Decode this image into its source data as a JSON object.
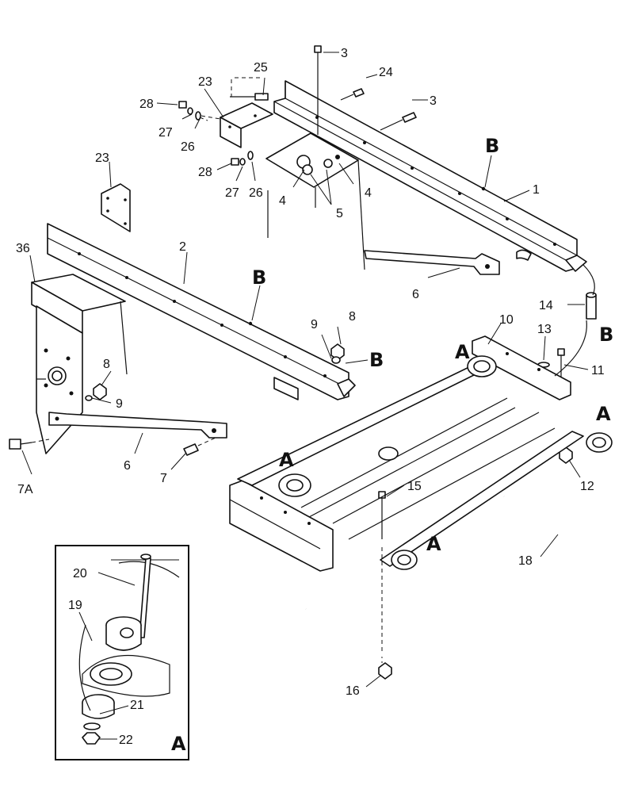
{
  "diagram": {
    "callouts": {
      "p1": "1",
      "p2": "2",
      "p3a": "3",
      "p3b": "3",
      "p4a": "4",
      "p4b": "4",
      "p5": "5",
      "p6a": "6",
      "p6b": "6",
      "p7": "7",
      "p7a": "7A",
      "p8a": "8",
      "p8b": "8",
      "p9a": "9",
      "p9b": "9",
      "p10": "10",
      "p11": "11",
      "p12": "12",
      "p13": "13",
      "p14": "14",
      "p15": "15",
      "p16": "16",
      "p18": "18",
      "p19": "19",
      "p20": "20",
      "p21": "21",
      "p22": "22",
      "p23a": "23",
      "p23b": "23",
      "p24": "24",
      "p25": "25",
      "p26a": "26",
      "p26b": "26",
      "p27a": "27",
      "p27b": "27",
      "p28a": "28",
      "p28b": "28",
      "p36": "36"
    },
    "refs": {
      "b1": "B",
      "b2": "B",
      "b3": "B",
      "b4": "B",
      "a1": "A",
      "a2": "A",
      "a3": "A",
      "a4": "A",
      "inset": "A"
    }
  }
}
